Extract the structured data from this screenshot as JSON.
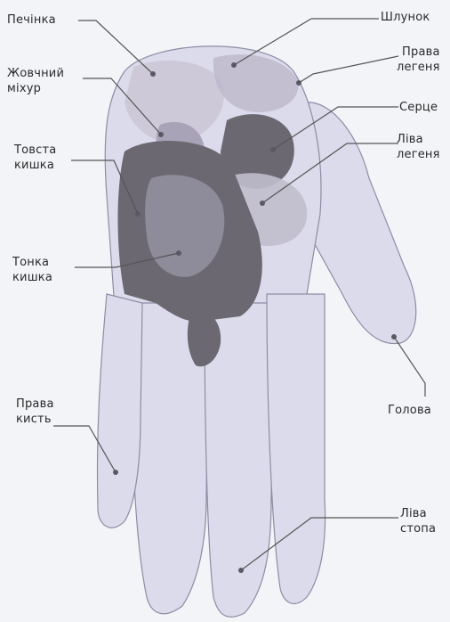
{
  "labels": {
    "liver": "Печінка",
    "stomach": "Шлунок",
    "right_lung": [
      "Права",
      "легеня"
    ],
    "gallbladder": [
      "Жовчний",
      "міхур"
    ],
    "heart": "Серце",
    "left_lung": [
      "Ліва",
      "легеня"
    ],
    "large_intestine": [
      "Товста",
      "кишка"
    ],
    "small_intestine": [
      "Тонка",
      "кишка"
    ],
    "head": "Голова",
    "right_hand": [
      "Права",
      "кисть"
    ],
    "left_foot": [
      "Ліва",
      "стопа"
    ]
  },
  "colors": {
    "hand_fill": "#dcdbeb",
    "hand_outline": "#8d8ca4",
    "organ_dark": "#6b6872",
    "organ_mid": "#8e8b9a",
    "organ_light": "#c9c4d4",
    "leader": "#555555"
  }
}
